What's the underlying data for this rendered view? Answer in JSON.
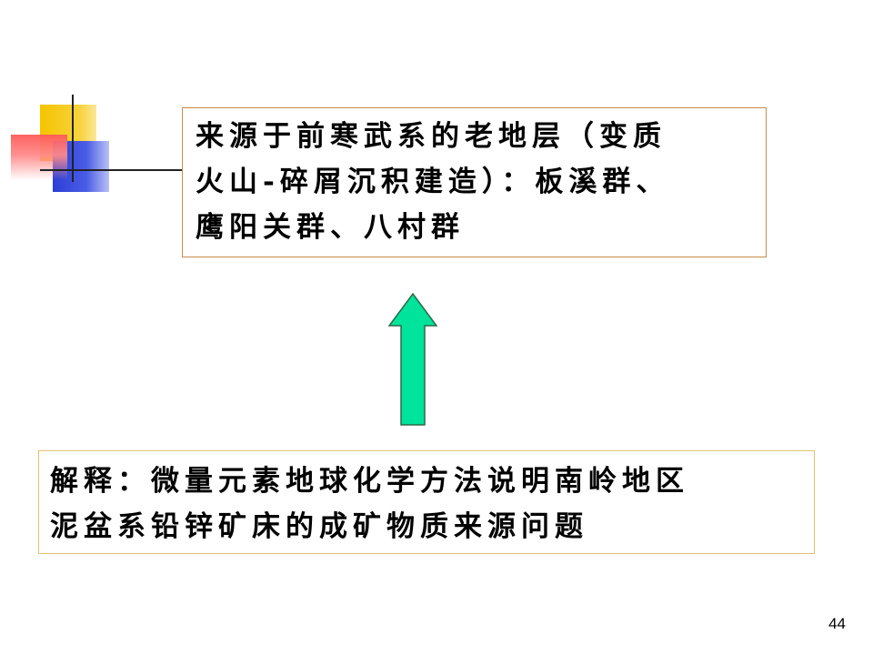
{
  "slide": {
    "top_box": {
      "lines": [
        "来源于前寒武系的老地层（变质",
        "火山-碎屑沉积建造）：板溪群、",
        "鹰阳关群、八村群"
      ]
    },
    "bottom_box": {
      "lines": [
        "解释：微量元素地球化学方法说明南岭地区",
        "泥盆系铅锌矿床的成矿物质来源问题"
      ]
    },
    "arrow": {
      "direction": "up",
      "fill_color": "#00e39a",
      "stroke_color": "#2a6a4a"
    },
    "page_number": "44",
    "colors": {
      "top_box_border": "#c98a4a",
      "bottom_box_border": "#e0c070",
      "deco_yellow": "#f5c400",
      "deco_blue": "#2b3fd6",
      "deco_red": "#ff5a5a"
    }
  }
}
